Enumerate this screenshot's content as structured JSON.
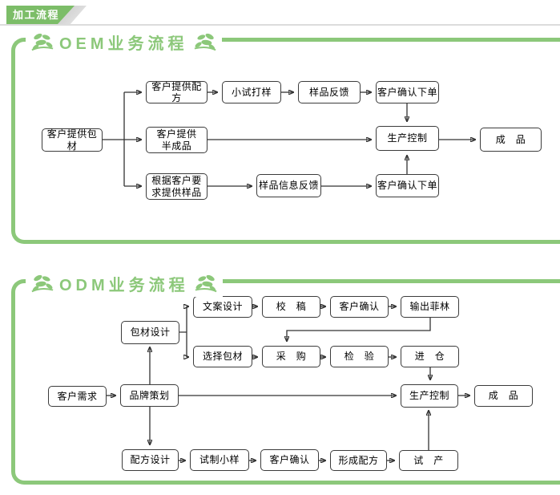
{
  "header": {
    "tab_label": "加工流程"
  },
  "oem": {
    "title": "OEM业务流程",
    "nodes": {
      "provide_packaging": "客户提供包材",
      "provide_formula": "客户提供配方",
      "trial_sample": "小试打样",
      "sample_feedback": "样品反馈",
      "confirm_order_top": "客户确认下单",
      "provide_semifinished": "客户提供\n半成品",
      "production_control": "生产控制",
      "finished_product": "成　品",
      "provide_samples_by_request": "根据客户要\n求提供样品",
      "sample_info_feedback": "样品信息反馈",
      "confirm_order_bottom": "客户确认下单"
    }
  },
  "odm": {
    "title": "ODM业务流程",
    "nodes": {
      "packaging_design": "包材设计",
      "copy_design": "文案设计",
      "proofreading": "校　稿",
      "customer_confirm_top": "客户确认",
      "output_film": "输出菲林",
      "select_packaging": "选择包材",
      "purchasing": "采　购",
      "inspection": "检　验",
      "warehousing": "进　仓",
      "customer_demand": "客户需求",
      "brand_planning": "品牌策划",
      "production_control": "生产控制",
      "finished_product": "成　品",
      "formula_design": "配方设计",
      "trial_small_sample": "试制小样",
      "customer_confirm_bottom": "客户确认",
      "form_formula": "形成配方",
      "trial_production": "试　产"
    }
  },
  "colors": {
    "accent_green": "#8CC87A",
    "tab_green": "#7CBD68",
    "divider_gray": "#DCDCDC",
    "box_border": "#3C3C3C"
  }
}
